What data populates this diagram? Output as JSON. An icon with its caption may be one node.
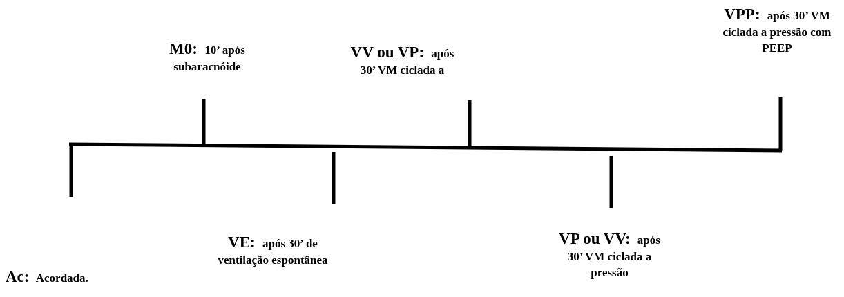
{
  "diagram": {
    "labels": [
      "Ac: Acordada.",
      "M0: 10’ após subaracnóide",
      "VE: após 30’ de ventilação espontânea",
      "VV ou VP: após 30’ VM ciclada a",
      "VP ou VV: após 30’ VM ciclada a pressão",
      "VPP: após 30’ VM ciclada a pressão com PEEP"
    ]
  }
}
